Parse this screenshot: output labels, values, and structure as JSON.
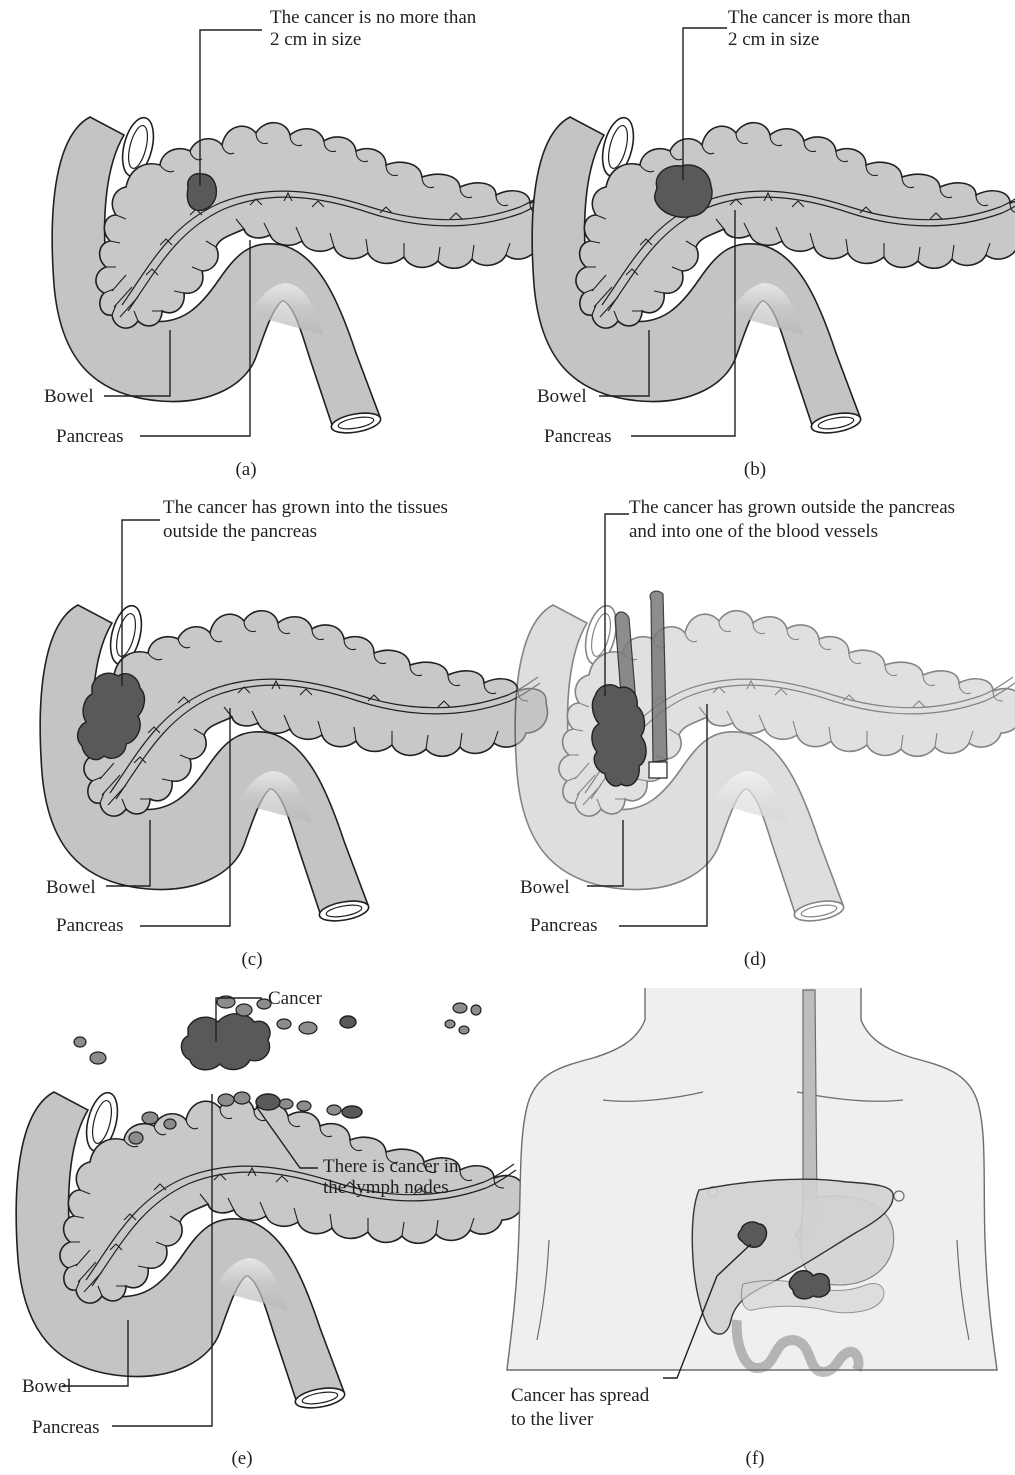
{
  "panels": {
    "a": {
      "caption": "(a)",
      "annotation_line1": "The cancer is no more than",
      "annotation_line2": "2 cm in size",
      "bowel_label": "Bowel",
      "pancreas_label": "Pancreas"
    },
    "b": {
      "caption": "(b)",
      "annotation_line1": "The cancer is more than",
      "annotation_line2": "2 cm in size",
      "bowel_label": "Bowel",
      "pancreas_label": "Pancreas"
    },
    "c": {
      "caption": "(c)",
      "annotation_line1": "The cancer has grown into the tissues",
      "annotation_line2": "outside the pancreas",
      "bowel_label": "Bowel",
      "pancreas_label": "Pancreas"
    },
    "d": {
      "caption": "(d)",
      "annotation_line1": "The cancer has grown outside the pancreas",
      "annotation_line2": "and into one of the blood vessels",
      "bowel_label": "Bowel",
      "pancreas_label": "Pancreas"
    },
    "e": {
      "caption": "(e)",
      "cancer_label": "Cancer",
      "lymph_line1": "There is cancer in",
      "lymph_line2": "the lymph nodes",
      "bowel_label": "Bowel",
      "pancreas_label": "Pancreas"
    },
    "f": {
      "caption": "(f)",
      "spread_line1": "Cancer has spread",
      "spread_line2": "to the liver"
    }
  },
  "colors": {
    "organ": "#c8c8c8",
    "tumor": "#595959",
    "lymph_node": "#8c8c8c",
    "line": "#231f20"
  }
}
